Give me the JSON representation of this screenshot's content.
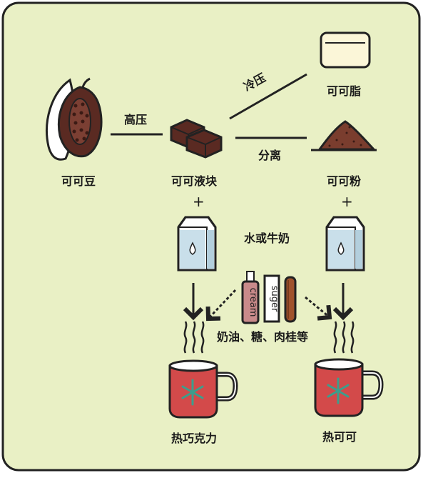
{
  "colors": {
    "background": "#e9f0c5",
    "outline": "#222222",
    "cocoa_dark": "#5a2a22",
    "cocoa_light": "#7b3f33",
    "powder": "#7a3d2e",
    "butter": "#fbf6d8",
    "milk_blue": "#c9dfea",
    "mug_red": "#d34a4a",
    "snowflake": "#3c9e8c",
    "cream_pink": "#c98a8a",
    "cinnamon": "#a0522d"
  },
  "labels": {
    "cocoa_bean": "可可豆",
    "cocoa_liquor": "可可液块",
    "cocoa_butter": "可可脂",
    "cocoa_powder": "可可粉",
    "high_pressure": "高压",
    "cold_press": "冷压",
    "separate": "分离",
    "plus_left": "+",
    "plus_right": "+",
    "water_or_milk": "水或牛奶",
    "additives": "奶油、糖、肉桂等",
    "hot_chocolate": "热巧克力",
    "hot_cocoa": "热可可",
    "cream_text": "cream",
    "sugar_text": "suger"
  },
  "icons": {
    "bean": "cocoa-pod-icon",
    "block": "chocolate-block-icon",
    "butter": "butter-block-icon",
    "powder": "powder-pile-icon",
    "milk": "milk-carton-icon",
    "cream": "cream-tube-icon",
    "sugar": "sugar-packet-icon",
    "cinnamon": "cinnamon-stick-icon",
    "mug": "hot-mug-icon"
  }
}
